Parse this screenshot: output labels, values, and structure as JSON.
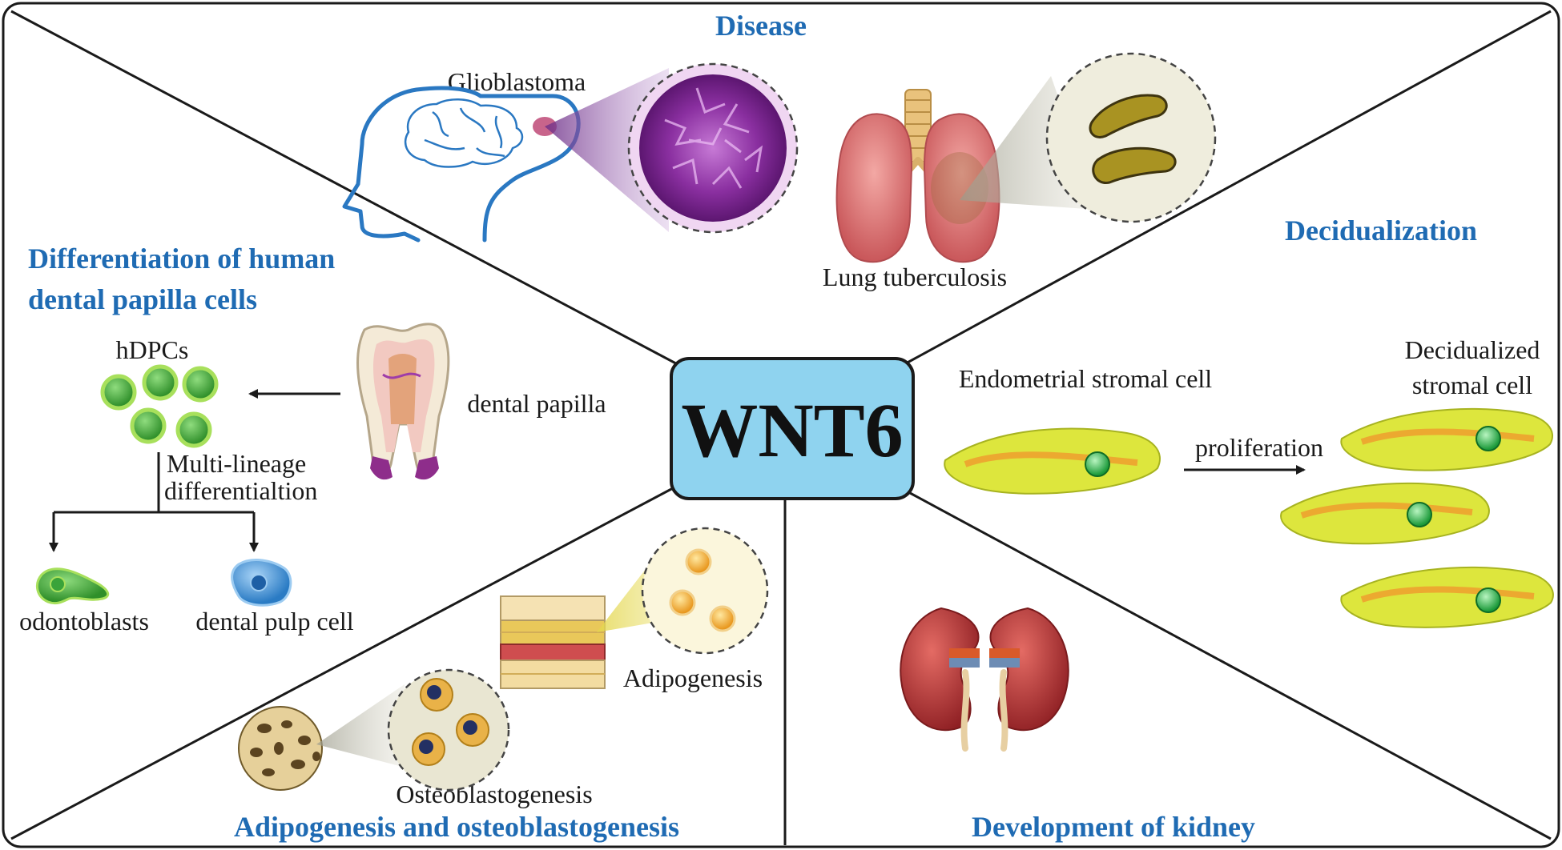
{
  "center": {
    "label": "WNT6"
  },
  "disease": {
    "heading": "Disease",
    "glioblastoma": "Glioblastoma",
    "lung_tb": "Lung tuberculosis"
  },
  "decidualization": {
    "heading": "Decidualization",
    "endometrial": "Endometrial stromal cell",
    "decidualized_line1": "Decidualized",
    "decidualized_line2": "stromal cell",
    "proliferation": "proliferation"
  },
  "dental": {
    "heading_line1": "Differentiation of human",
    "heading_line2": "dental papilla cells",
    "hdpcs": "hDPCs",
    "dental_papilla": "dental papilla",
    "multi_line1": "Multi-lineage",
    "multi_line2": "differentialtion",
    "odontoblasts": "odontoblasts",
    "pulp_cell": "dental pulp cell"
  },
  "adipo": {
    "heading": "Adipogenesis and osteoblastogenesis",
    "adipogenesis": "Adipogenesis",
    "osteoblastogenesis": "Osteoblastogenesis"
  },
  "kidney": {
    "heading": "Development of kidney"
  },
  "colors": {
    "heading_blue": "#1f6bb3",
    "center_fill": "#8fd3ef",
    "cell_green": "#4cae3f",
    "stromal_yellow": "#d8e23a",
    "kidney_red": "#b2383a",
    "purple": "#7d2a8e"
  }
}
